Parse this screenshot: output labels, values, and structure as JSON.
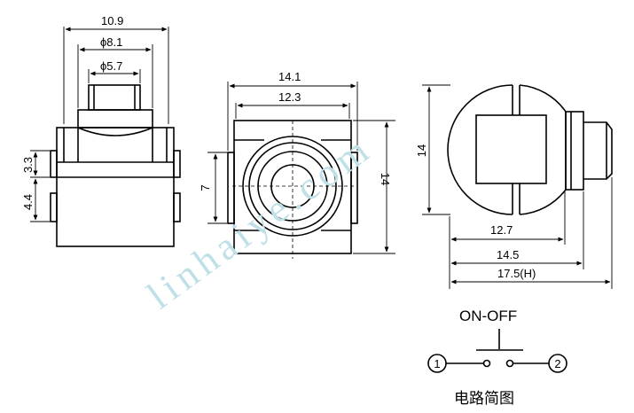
{
  "watermark": "linhaiye.com",
  "left_view": {
    "dims": {
      "width_total": "10.9",
      "dia_outer": "ϕ8.1",
      "dia_inner": "ϕ5.7",
      "height_upper": "3.3",
      "height_lower": "4.4"
    }
  },
  "front_view": {
    "dims": {
      "width_total": "14.1",
      "width_inner": "12.3",
      "height_left": "7",
      "height_right": "14"
    }
  },
  "side_view": {
    "dims": {
      "height": "14",
      "width_body": "12.7",
      "width_flange": "14.5",
      "width_total": "17.5(H)"
    }
  },
  "circuit": {
    "title": "ON-OFF",
    "terminal_1": "1",
    "terminal_2": "2",
    "caption": "电路简图"
  },
  "colors": {
    "line": "#000000",
    "watermark": "#bfe0e6",
    "background": "#ffffff"
  }
}
